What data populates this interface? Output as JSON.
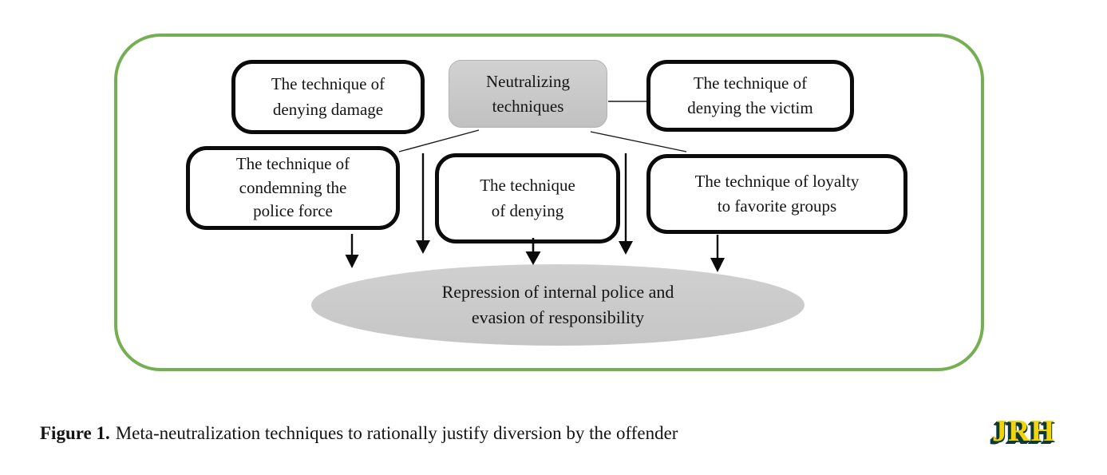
{
  "figure": {
    "root_label": "Neutralizing\ntechniques",
    "boxes": {
      "denying_damage": "The technique of\ndenying damage",
      "denying_victim": "The technique of\ndenying the victim",
      "condemning_police": "The technique of\ncondemning the\npolice force",
      "denying": "The technique\nof denying",
      "loyalty_groups": "The technique of loyalty\nto favorite groups"
    },
    "outcome_label": "Repression of internal police and\nevasion of responsibility"
  },
  "caption": {
    "label": "Figure 1.",
    "text": "Meta-neutralization techniques to rationally justify diversion by the offender"
  },
  "logo": {
    "text": "JRH"
  },
  "colors": {
    "frame_green": "#74af52",
    "node_border_black": "#0b0b0b",
    "node_fill_gray": "#c7c7c7",
    "ellipse_fill_gray": "#cbcbcb",
    "logo_yellow": "#f3d40b",
    "logo_teal": "#0e3937"
  }
}
